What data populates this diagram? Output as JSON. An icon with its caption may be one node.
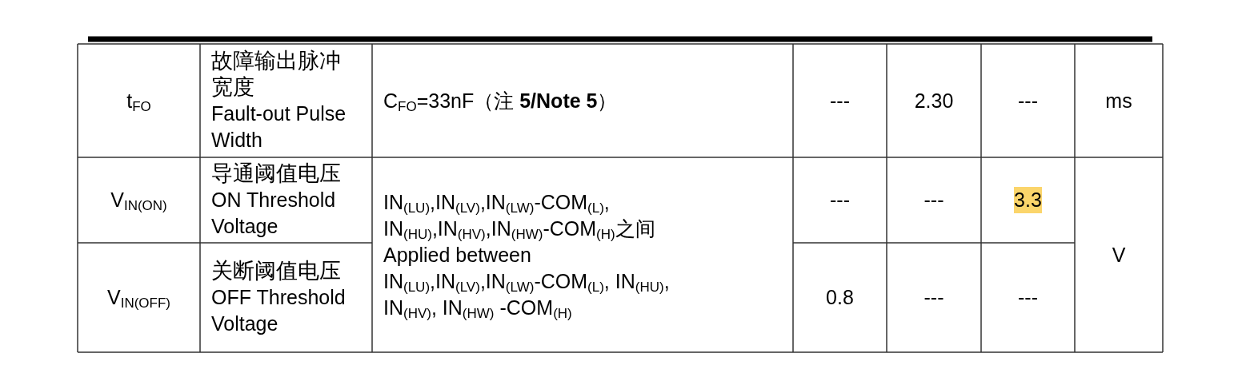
{
  "diagram": {
    "labels": [
      "t$_{FO}$",
      "故障输出脉冲宽度",
      "Fault-out Pulse Width",
      "C$_{FO}$=33nF（注 **5/Note 5**）",
      "---",
      "2.30",
      "---",
      "ms",
      "V$_{IN(ON)}$",
      "导通阈值电压",
      "ON Threshold Voltage",
      "IN$_{(LU)}$,IN$_{(LV)}$,IN$_{(LW)}$-COM$_{(L)}$, IN$_{(HU)}$,IN$_{(HV)}$,IN$_{(HW)}$-COM$_{(H)}$之间",
      "Applied between IN$_{(LU)}$,IN$_{(LV)}$,IN$_{(LW)}$-COM$_{(L)}$, IN$_{(HU)}$, IN$_{(HV)}$, IN$_{(HW)}$ -COM$_{(H)}$",
      "---",
      "---",
      "3.3",
      "V",
      "V$_{IN(OFF)}$",
      "关断阈值电压",
      "OFF Threshold Voltage",
      "0.8",
      "---",
      "---"
    ]
  }
}
